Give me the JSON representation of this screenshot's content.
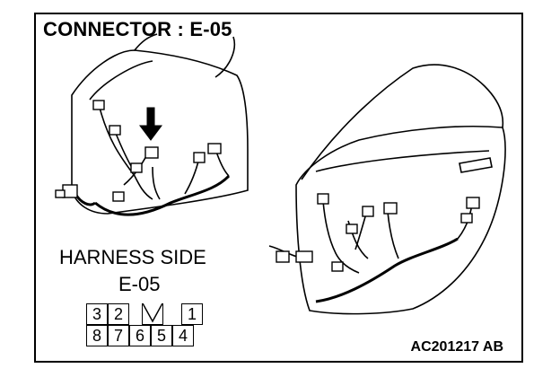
{
  "title": "CONNECTOR : E-05",
  "harness": {
    "label": "HARNESS SIDE",
    "connector": "E-05"
  },
  "pins": {
    "top": [
      "3",
      "2",
      "",
      "1"
    ],
    "bottom": [
      "8",
      "7",
      "6",
      "5",
      "4"
    ]
  },
  "figure_code": "AC201217 AB"
}
